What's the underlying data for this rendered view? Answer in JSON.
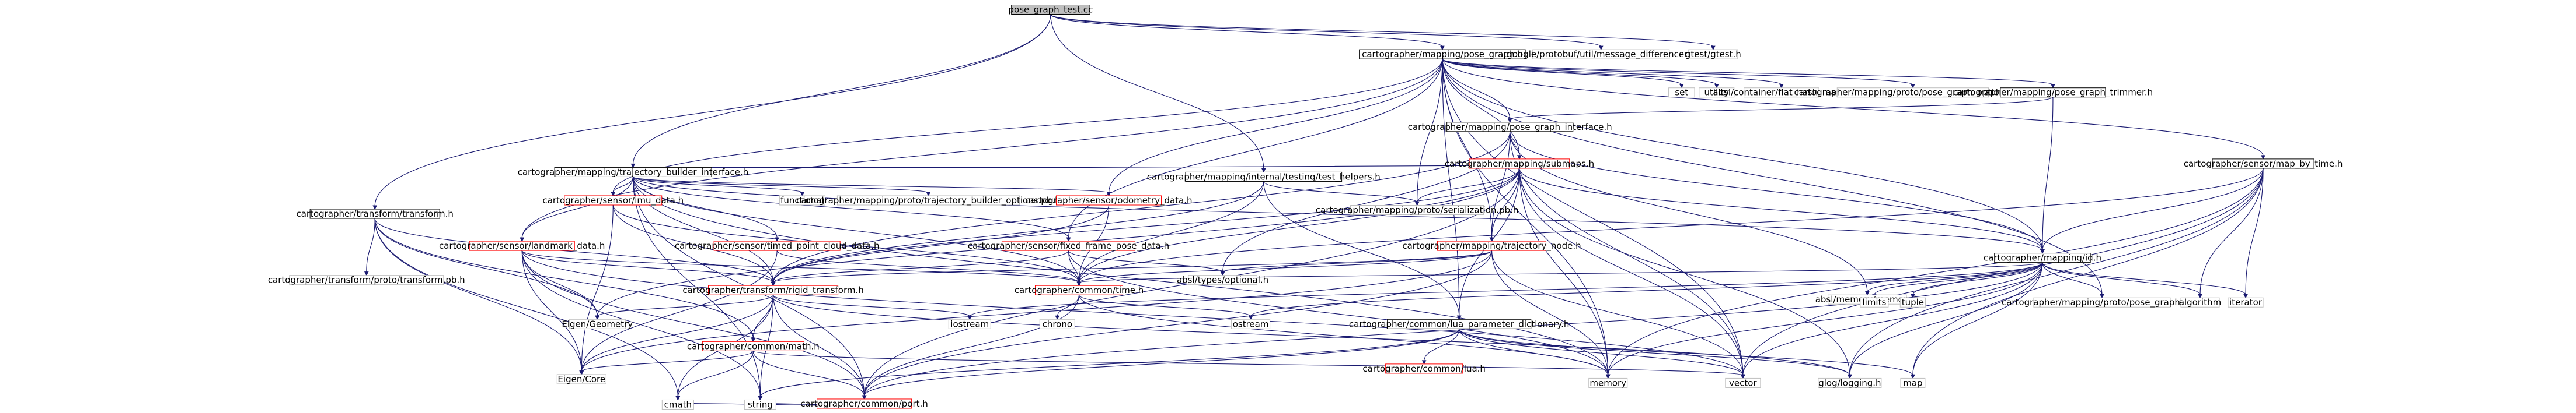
{
  "diagram": {
    "kind": "include-dependency-graph",
    "colors": {
      "edge": "#191970",
      "root_fill": "#bfbfbf",
      "border_red": "#ff0000",
      "border_black": "#000000",
      "border_gray": "#bfbfbf"
    },
    "nodes": [
      {
        "id": "root",
        "label": "pose_graph_test.cc",
        "style": "root"
      },
      {
        "id": "pg",
        "label": "cartographer/mapping/pose_graph.h",
        "style": "local"
      },
      {
        "id": "msgdiff",
        "label": "google/protobuf/util/message_differencer.h",
        "style": "ext"
      },
      {
        "id": "gtest",
        "label": "gtest/gtest.h",
        "style": "ext"
      },
      {
        "id": "tf",
        "label": "cartographer/transform/transform.h",
        "style": "local"
      },
      {
        "id": "tbi",
        "label": "cartographer/mapping/trajectory_builder_interface.h",
        "style": "local"
      },
      {
        "id": "set",
        "label": "set",
        "style": "ext"
      },
      {
        "id": "utility",
        "label": "utility",
        "style": "ext"
      },
      {
        "id": "fhm",
        "label": "absl/container/flat_hash_map.h",
        "style": "ext"
      },
      {
        "id": "pgopt",
        "label": "cartographer/mapping/proto/pose_graph_options.pb.h",
        "style": "ext"
      },
      {
        "id": "pgtrim",
        "label": "cartographer/mapping/pose_graph_trimmer.h",
        "style": "local"
      },
      {
        "id": "pgi",
        "label": "cartographer/mapping/pose_graph_interface.h",
        "style": "local"
      },
      {
        "id": "maptime",
        "label": "cartographer/sensor/map_by_time.h",
        "style": "local"
      },
      {
        "id": "imu",
        "label": "cartographer/sensor/imu_data.h",
        "style": "red"
      },
      {
        "id": "functional",
        "label": "functional",
        "style": "ext"
      },
      {
        "id": "tbopt",
        "label": "cartographer/mapping/proto/trajectory_builder_options.pb.h",
        "style": "ext"
      },
      {
        "id": "odom",
        "label": "cartographer/sensor/odometry_data.h",
        "style": "red"
      },
      {
        "id": "testh",
        "label": "cartographer/mapping/internal/testing/test_helpers.h",
        "style": "local"
      },
      {
        "id": "submaps",
        "label": "cartographer/mapping/submaps.h",
        "style": "red"
      },
      {
        "id": "landmark",
        "label": "cartographer/sensor/landmark_data.h",
        "style": "red"
      },
      {
        "id": "tpcd",
        "label": "cartographer/sensor/timed_point_cloud_data.h",
        "style": "red"
      },
      {
        "id": "fixed",
        "label": "cartographer/sensor/fixed_frame_pose_data.h",
        "style": "red"
      },
      {
        "id": "serial",
        "label": "cartographer/mapping/proto/serialization.pb.h",
        "style": "ext"
      },
      {
        "id": "trajnode",
        "label": "cartographer/mapping/trajectory_node.h",
        "style": "red"
      },
      {
        "id": "id",
        "label": "cartographer/mapping/id.h",
        "style": "local"
      },
      {
        "id": "tfproto",
        "label": "cartographer/transform/proto/transform.pb.h",
        "style": "ext"
      },
      {
        "id": "rigid",
        "label": "cartographer/transform/rigid_transform.h",
        "style": "red"
      },
      {
        "id": "ctime",
        "label": "cartographer/common/time.h",
        "style": "red"
      },
      {
        "id": "abslopt",
        "label": "absl/types/optional.h",
        "style": "ext"
      },
      {
        "id": "abslmem",
        "label": "absl/memory/memory.h",
        "style": "ext"
      },
      {
        "id": "limits",
        "label": "limits",
        "style": "ext"
      },
      {
        "id": "tuple",
        "label": "tuple",
        "style": "ext"
      },
      {
        "id": "pgproto",
        "label": "cartographer/mapping/proto/pose_graph.pb.h",
        "style": "ext"
      },
      {
        "id": "algorithm",
        "label": "algorithm",
        "style": "ext"
      },
      {
        "id": "iterator",
        "label": "iterator",
        "style": "ext"
      },
      {
        "id": "eigeo",
        "label": "Eigen/Geometry",
        "style": "ext"
      },
      {
        "id": "cmathh",
        "label": "cartographer/common/math.h",
        "style": "red"
      },
      {
        "id": "iostream",
        "label": "iostream",
        "style": "ext"
      },
      {
        "id": "chrono",
        "label": "chrono",
        "style": "ext"
      },
      {
        "id": "ostream",
        "label": "ostream",
        "style": "ext"
      },
      {
        "id": "lpd",
        "label": "cartographer/common/lua_parameter_dictionary.h",
        "style": "local"
      },
      {
        "id": "eicore",
        "label": "Eigen/Core",
        "style": "ext"
      },
      {
        "id": "port",
        "label": "cartographer/common/port.h",
        "style": "red"
      },
      {
        "id": "lua",
        "label": "cartographer/common/lua.h",
        "style": "red"
      },
      {
        "id": "memory",
        "label": "memory",
        "style": "ext"
      },
      {
        "id": "vector",
        "label": "vector",
        "style": "ext"
      },
      {
        "id": "glog",
        "label": "glog/logging.h",
        "style": "ext"
      },
      {
        "id": "map",
        "label": "map",
        "style": "ext"
      },
      {
        "id": "cmath",
        "label": "cmath",
        "style": "ext"
      },
      {
        "id": "string",
        "label": "string",
        "style": "ext"
      }
    ],
    "edges": [
      [
        "root",
        "pg"
      ],
      [
        "root",
        "msgdiff"
      ],
      [
        "root",
        "gtest"
      ],
      [
        "root",
        "tf"
      ],
      [
        "root",
        "tbi"
      ],
      [
        "root",
        "testh"
      ],
      [
        "pg",
        "set"
      ],
      [
        "pg",
        "utility"
      ],
      [
        "pg",
        "fhm"
      ],
      [
        "pg",
        "pgopt"
      ],
      [
        "pg",
        "pgtrim"
      ],
      [
        "pg",
        "pgi"
      ],
      [
        "pg",
        "maptime"
      ],
      [
        "pg",
        "imu"
      ],
      [
        "pg",
        "odom"
      ],
      [
        "pg",
        "submaps"
      ],
      [
        "pg",
        "id"
      ],
      [
        "pg",
        "trajnode"
      ],
      [
        "pg",
        "fixed"
      ],
      [
        "pg",
        "landmark"
      ],
      [
        "pg",
        "serial"
      ],
      [
        "pg",
        "pgproto"
      ],
      [
        "pg",
        "lpd"
      ],
      [
        "pg",
        "vector"
      ],
      [
        "pg",
        "memory"
      ],
      [
        "tbi",
        "imu"
      ],
      [
        "tbi",
        "functional"
      ],
      [
        "tbi",
        "tbopt"
      ],
      [
        "tbi",
        "odom"
      ],
      [
        "tbi",
        "submaps"
      ],
      [
        "tbi",
        "landmark"
      ],
      [
        "tbi",
        "tpcd"
      ],
      [
        "tbi",
        "fixed"
      ],
      [
        "tbi",
        "rigid"
      ],
      [
        "tbi",
        "ctime"
      ],
      [
        "tbi",
        "port"
      ],
      [
        "tbi",
        "memory"
      ],
      [
        "tbi",
        "string"
      ],
      [
        "tbi",
        "id"
      ],
      [
        "pgtrim",
        "id"
      ],
      [
        "pgtrim",
        "pgi"
      ],
      [
        "pgi",
        "submaps"
      ],
      [
        "pgi",
        "trajnode"
      ],
      [
        "pgi",
        "id"
      ],
      [
        "pgi",
        "abslopt"
      ],
      [
        "pgi",
        "abslmem"
      ],
      [
        "pgi",
        "vector"
      ],
      [
        "pgi",
        "rigid"
      ],
      [
        "maptime",
        "id"
      ],
      [
        "maptime",
        "algorithm"
      ],
      [
        "maptime",
        "iterator"
      ],
      [
        "maptime",
        "map"
      ],
      [
        "maptime",
        "memory"
      ],
      [
        "maptime",
        "vector"
      ],
      [
        "maptime",
        "ctime"
      ],
      [
        "maptime",
        "glog"
      ],
      [
        "testh",
        "serial"
      ],
      [
        "testh",
        "rigid"
      ],
      [
        "testh",
        "lpd"
      ],
      [
        "testh",
        "ctime"
      ],
      [
        "submaps",
        "id"
      ],
      [
        "submaps",
        "trajnode"
      ],
      [
        "submaps",
        "serial"
      ],
      [
        "submaps",
        "ctime"
      ],
      [
        "submaps",
        "rigid"
      ],
      [
        "submaps",
        "memory"
      ],
      [
        "submaps",
        "vector"
      ],
      [
        "submaps",
        "glog"
      ],
      [
        "submaps",
        "eigeo"
      ],
      [
        "submaps",
        "port"
      ],
      [
        "submaps",
        "lpd"
      ],
      [
        "tf",
        "tfproto"
      ],
      [
        "tf",
        "rigid"
      ],
      [
        "tf",
        "eicore"
      ],
      [
        "tf",
        "eigeo"
      ],
      [
        "tf",
        "cmathh"
      ],
      [
        "tf",
        "cmath"
      ],
      [
        "imu",
        "rigid"
      ],
      [
        "imu",
        "ctime"
      ],
      [
        "imu",
        "eicore"
      ],
      [
        "odom",
        "rigid"
      ],
      [
        "odom",
        "ctime"
      ],
      [
        "landmark",
        "rigid"
      ],
      [
        "landmark",
        "ctime"
      ],
      [
        "landmark",
        "eicore"
      ],
      [
        "landmark",
        "eigeo"
      ],
      [
        "landmark",
        "port"
      ],
      [
        "landmark",
        "vector"
      ],
      [
        "landmark",
        "string"
      ],
      [
        "tpcd",
        "ctime"
      ],
      [
        "tpcd",
        "eicore"
      ],
      [
        "fixed",
        "rigid"
      ],
      [
        "fixed",
        "ctime"
      ],
      [
        "fixed",
        "abslopt"
      ],
      [
        "fixed",
        "memory"
      ],
      [
        "trajnode",
        "rigid"
      ],
      [
        "trajnode",
        "ctime"
      ],
      [
        "trajnode",
        "abslopt"
      ],
      [
        "trajnode",
        "memory"
      ],
      [
        "trajnode",
        "vector"
      ],
      [
        "trajnode",
        "eicore"
      ],
      [
        "trajnode",
        "port"
      ],
      [
        "id",
        "abslmem"
      ],
      [
        "id",
        "limits"
      ],
      [
        "id",
        "tuple"
      ],
      [
        "id",
        "pgproto"
      ],
      [
        "id",
        "algorithm"
      ],
      [
        "id",
        "iterator"
      ],
      [
        "id",
        "memory"
      ],
      [
        "id",
        "vector"
      ],
      [
        "id",
        "glog"
      ],
      [
        "id",
        "map"
      ],
      [
        "id",
        "ctime"
      ],
      [
        "id",
        "port"
      ],
      [
        "id",
        "ostream"
      ],
      [
        "id",
        "iostream"
      ],
      [
        "rigid",
        "eicore"
      ],
      [
        "rigid",
        "eigeo"
      ],
      [
        "rigid",
        "cmathh"
      ],
      [
        "rigid",
        "port"
      ],
      [
        "rigid",
        "iostream"
      ],
      [
        "rigid",
        "string"
      ],
      [
        "rigid",
        "cmath"
      ],
      [
        "rigid",
        "glog"
      ],
      [
        "ctime",
        "chrono"
      ],
      [
        "ctime",
        "ostream"
      ],
      [
        "ctime",
        "port"
      ],
      [
        "ctime",
        "memory"
      ],
      [
        "cmathh",
        "eicore"
      ],
      [
        "cmathh",
        "port"
      ],
      [
        "cmathh",
        "cmath"
      ],
      [
        "cmathh",
        "vector"
      ],
      [
        "lpd",
        "lua"
      ],
      [
        "lpd",
        "port"
      ],
      [
        "lpd",
        "memory"
      ],
      [
        "lpd",
        "string"
      ],
      [
        "lpd",
        "vector"
      ],
      [
        "lpd",
        "glog"
      ],
      [
        "lpd",
        "map"
      ],
      [
        "port",
        "cmath"
      ],
      [
        "port",
        "string"
      ]
    ]
  }
}
